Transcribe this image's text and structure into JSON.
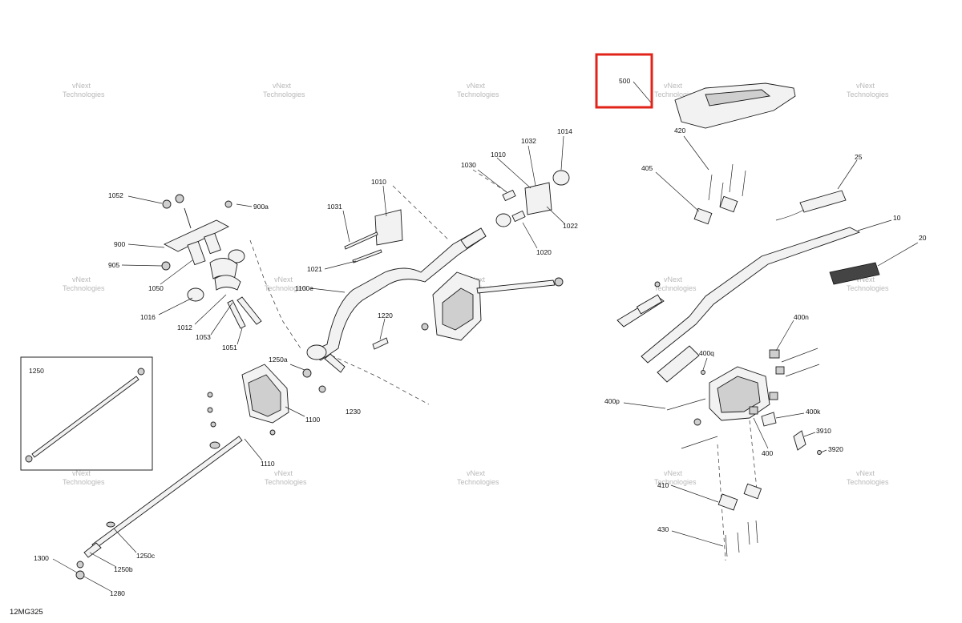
{
  "diagram_code": "12MG325",
  "watermark": {
    "line1": "vNext",
    "line2": "Technologies",
    "combined": "vNext Technologies"
  },
  "highlight": {
    "part": "500",
    "color": "#e2231a"
  },
  "inset": {
    "label": "1250"
  },
  "labels": {
    "p1052": "1052",
    "p900a": "900a",
    "p900": "900",
    "p905": "905",
    "p1050": "1050",
    "p1016": "1016",
    "p1012": "1012",
    "p1053": "1053",
    "p1051": "1051",
    "p1031": "1031",
    "p1021": "1021",
    "p1010a": "1010",
    "p1010b": "1010",
    "p1030": "1030",
    "p1032": "1032",
    "p1014": "1014",
    "p1022": "1022",
    "p1020": "1020",
    "p1100e": "1100e",
    "p1220": "1220",
    "p1250a": "1250a",
    "p1100": "1100",
    "p1230": "1230",
    "p1110": "1110",
    "p1250c": "1250c",
    "p1250b": "1250b",
    "p1300": "1300",
    "p1280": "1280",
    "p500": "500",
    "p420": "420",
    "p405": "405",
    "p25": "25",
    "p10": "10",
    "p20": "20",
    "p400n": "400n",
    "p400q": "400q",
    "p400p": "400p",
    "p400k": "400k",
    "p3910": "3910",
    "p3920": "3920",
    "p400": "400",
    "p410": "410",
    "p430": "430"
  }
}
